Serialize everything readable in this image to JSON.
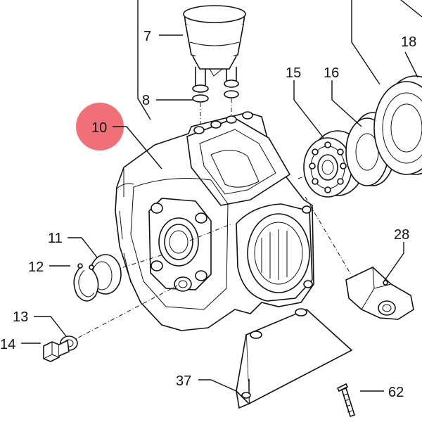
{
  "callouts": [
    {
      "id": "7",
      "label": "7"
    },
    {
      "id": "8",
      "label": "8"
    },
    {
      "id": "10",
      "label": "10"
    },
    {
      "id": "11",
      "label": "11"
    },
    {
      "id": "12",
      "label": "12"
    },
    {
      "id": "13",
      "label": "13"
    },
    {
      "id": "14",
      "label": "14"
    },
    {
      "id": "15",
      "label": "15"
    },
    {
      "id": "16",
      "label": "16"
    },
    {
      "id": "18",
      "label": "18"
    },
    {
      "id": "28",
      "label": "28"
    },
    {
      "id": "37",
      "label": "37"
    },
    {
      "id": "62",
      "label": "62"
    }
  ],
  "highlight": {
    "callout": "10",
    "color": "#f0707a"
  },
  "colors": {
    "line": "#111111",
    "paper": "#ffffff"
  }
}
